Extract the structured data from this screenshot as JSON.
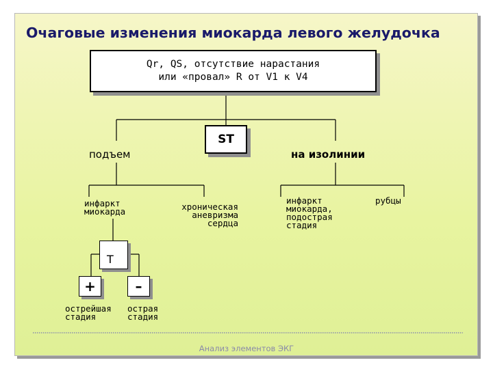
{
  "title": "Очаговые изменения миокарда левого желудочка",
  "top_box": {
    "line1": "Qr, QS, отсутствие нарастания",
    "line2": "или «провал» R от V1 к V4"
  },
  "st_box": {
    "label": "ST"
  },
  "branches": {
    "elevation": "подъем",
    "isoline": "на изолинии"
  },
  "leaves": {
    "infarct": [
      "инфаркт",
      "миокарда"
    ],
    "aneurysm": [
      "хроническая",
      "аневризма",
      "сердца"
    ],
    "subacute": [
      "инфаркт",
      "миокарда,",
      "подострая",
      "стадия"
    ],
    "scars": "рубцы"
  },
  "t_box": {
    "label": "T"
  },
  "plus_box": {
    "label": "+"
  },
  "minus_box": {
    "label": "–"
  },
  "stages": {
    "acutest": [
      "острейшая",
      "стадия"
    ],
    "acute": [
      "острая",
      "стадия"
    ]
  },
  "footer": "Анализ элементов ЭКГ",
  "colors": {
    "title": "#1a1a6a",
    "footer": "#8a8aa8",
    "background_top": "#f6f6c8",
    "background_bottom": "#dff096"
  }
}
